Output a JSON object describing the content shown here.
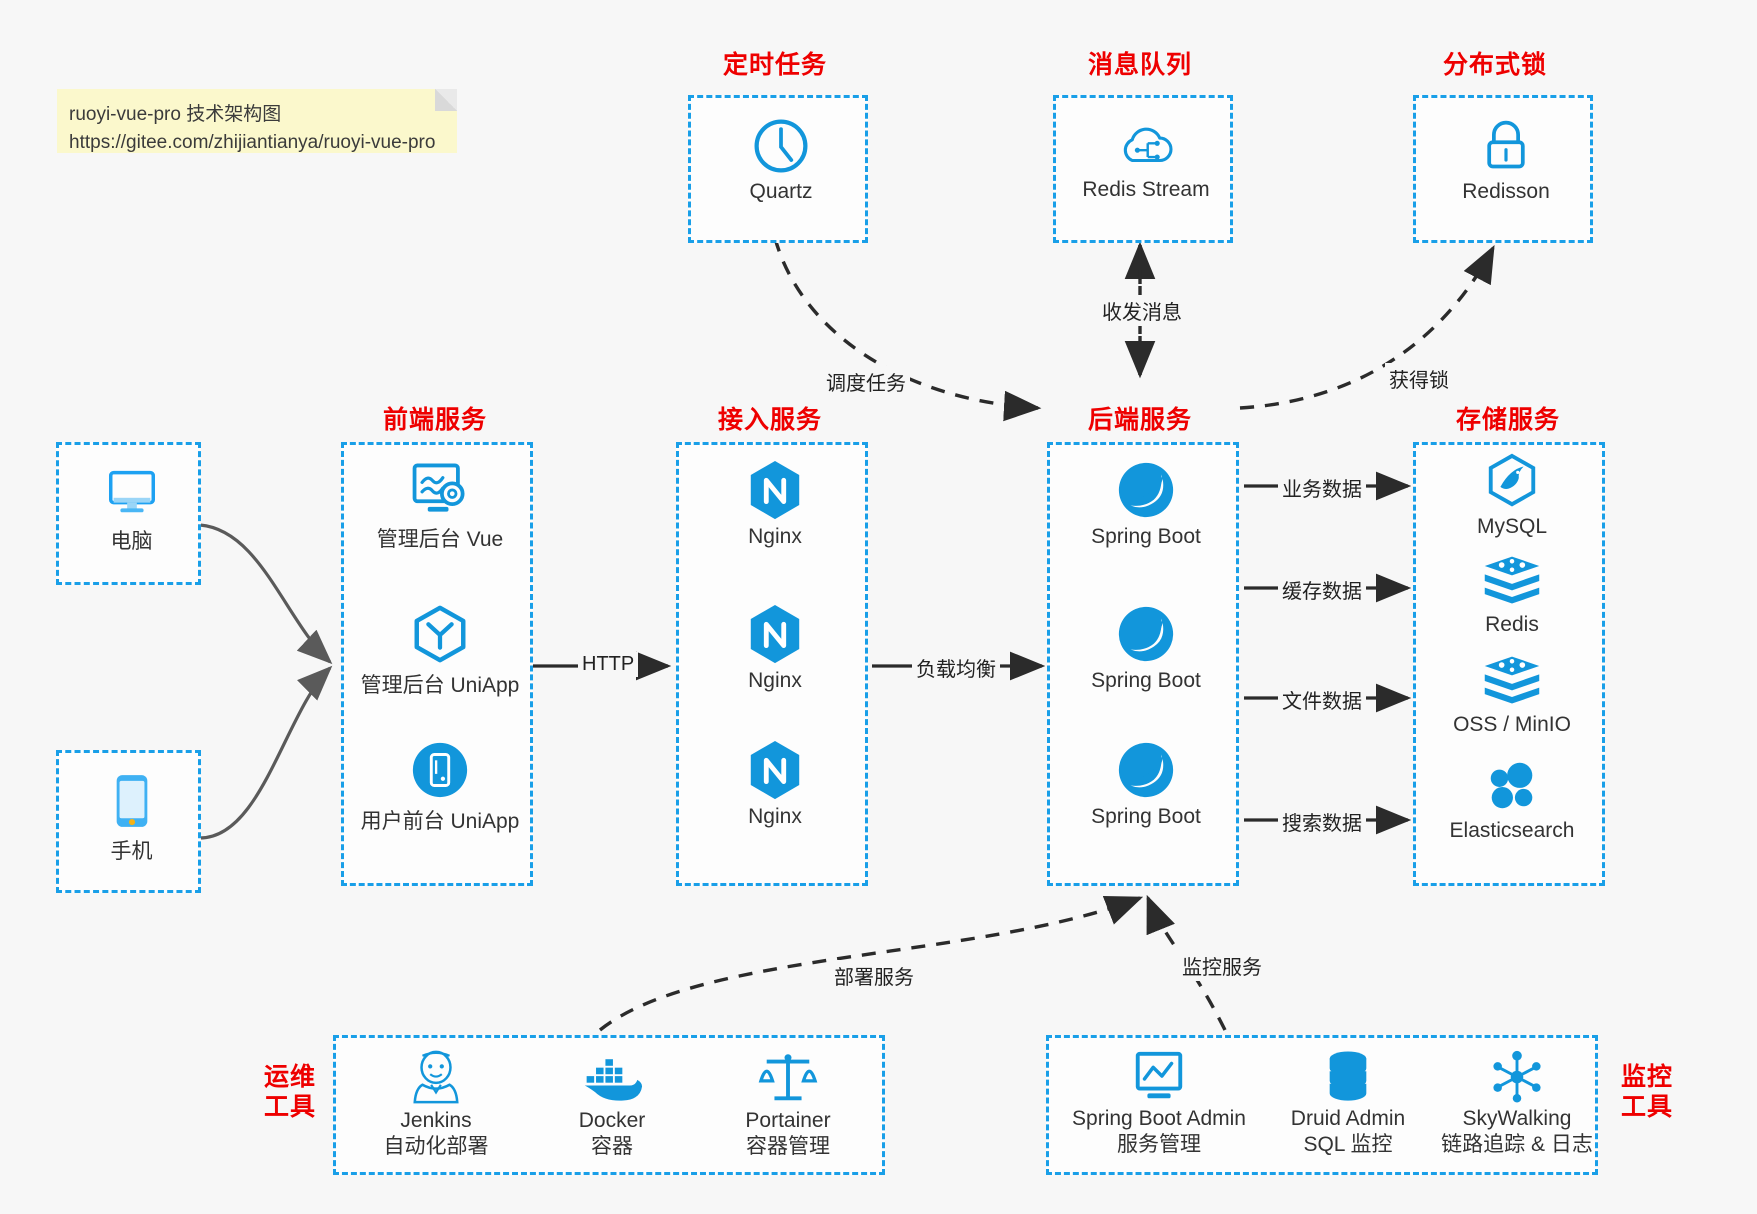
{
  "note": {
    "line1": "ruoyi-vue-pro 技术架构图",
    "line2": "https://gitee.com/zhijiantianya/ruoyi-vue-pro"
  },
  "sections": {
    "scheduled": "定时任务",
    "mq": "消息队列",
    "lock": "分布式锁",
    "frontend": "前端服务",
    "gateway": "接入服务",
    "backend": "后端服务",
    "storage": "存储服务",
    "devops_l1": "运维",
    "devops_l2": "工具",
    "monitor_l1": "监控",
    "monitor_l2": "工具"
  },
  "clients": [
    {
      "icon": "desktop-icon",
      "label": "电脑"
    },
    {
      "icon": "mobile-icon",
      "label": "手机"
    }
  ],
  "scheduled_nodes": [
    {
      "icon": "clock-icon",
      "label": "Quartz"
    }
  ],
  "mq_nodes": [
    {
      "icon": "cloud-stream-icon",
      "label": "Redis Stream"
    }
  ],
  "lock_nodes": [
    {
      "icon": "lock-icon",
      "label": "Redisson"
    }
  ],
  "frontend_nodes": [
    {
      "icon": "dashboard-vue-icon",
      "label": "管理后台 Vue"
    },
    {
      "icon": "uniapp-cube-icon",
      "label": "管理后台 UniApp"
    },
    {
      "icon": "mobile-app-icon",
      "label": "用户前台 UniApp"
    }
  ],
  "gateway_nodes": [
    {
      "icon": "nginx-icon",
      "label": "Nginx"
    },
    {
      "icon": "nginx-icon",
      "label": "Nginx"
    },
    {
      "icon": "nginx-icon",
      "label": "Nginx"
    }
  ],
  "backend_nodes": [
    {
      "icon": "spring-boot-icon",
      "label": "Spring Boot"
    },
    {
      "icon": "spring-boot-icon",
      "label": "Spring Boot"
    },
    {
      "icon": "spring-boot-icon",
      "label": "Spring Boot"
    }
  ],
  "storage_nodes": [
    {
      "icon": "mysql-icon",
      "label": "MySQL"
    },
    {
      "icon": "redis-icon",
      "label": "Redis"
    },
    {
      "icon": "oss-minio-icon",
      "label": "OSS / MinIO"
    },
    {
      "icon": "elasticsearch-icon",
      "label": "Elasticsearch"
    }
  ],
  "devops_nodes": [
    {
      "icon": "jenkins-icon",
      "name": "Jenkins",
      "desc": "自动化部署"
    },
    {
      "icon": "docker-icon",
      "name": "Docker",
      "desc": "容器"
    },
    {
      "icon": "portainer-icon",
      "name": "Portainer",
      "desc": "容器管理"
    }
  ],
  "monitor_nodes": [
    {
      "icon": "spring-boot-admin-icon",
      "name": "Spring Boot Admin",
      "desc": "服务管理"
    },
    {
      "icon": "druid-db-icon",
      "name": "Druid Admin",
      "desc": "SQL 监控"
    },
    {
      "icon": "skywalking-icon",
      "name": "SkyWalking",
      "desc": "链路追踪 & 日志"
    }
  ],
  "edges": {
    "http": "HTTP",
    "load_balance": "负载均衡",
    "schedule_task": "调度任务",
    "send_receive_msg": "收发消息",
    "acquire_lock": "获得锁",
    "business_data": "业务数据",
    "cache_data": "缓存数据",
    "file_data": "文件数据",
    "search_data": "搜索数据",
    "deploy_service": "部署服务",
    "monitor_service": "监控服务"
  },
  "colors": {
    "accent_blue": "#199fe8",
    "icon_blue": "#1296db",
    "caption_red": "#ee0000",
    "background": "#f7f7f7",
    "note_yellow": "#fbf8cc",
    "edge_dark": "#2b2b2b"
  }
}
